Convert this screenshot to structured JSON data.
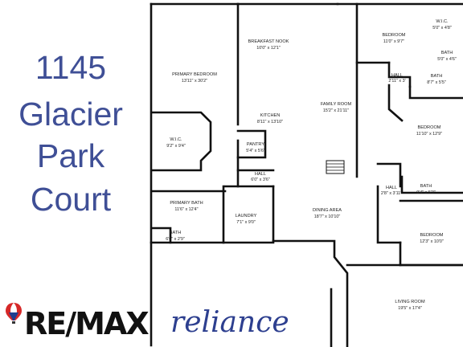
{
  "address": {
    "line1": "1145",
    "line2": "Glacier",
    "line3": "Park",
    "line4": "Court"
  },
  "colors": {
    "address_text": "#3f4f96",
    "reliance_text": "#2d3f8f",
    "wall": "#111111"
  },
  "brand": {
    "remax": "RE/MAX",
    "reliance": "reliance",
    "logo_icon": "hot-air-balloon-icon"
  },
  "rooms": {
    "breakfast_nook": {
      "name": "BREAKFAST NOOK",
      "size": "10'0\" x 12'1\""
    },
    "primary_bedroom": {
      "name": "PRIMARY BEDROOM",
      "size": "13'11\" x 30'2\""
    },
    "kitchen": {
      "name": "KITCHEN",
      "size": "8'11\" x 13'10\""
    },
    "family_room": {
      "name": "FAMILY ROOM",
      "size": "15'2\" x 21'11\""
    },
    "pantry": {
      "name": "PANTRY",
      "size": "5'4\" x 5'6\""
    },
    "wic_primary": {
      "name": "W.I.C.",
      "size": "9'2\" x 9'4\""
    },
    "hall_center": {
      "name": "HALL",
      "size": "6'0\" x 3'6\""
    },
    "primary_bath": {
      "name": "PRIMARY BATH",
      "size": "11'6\" x 12'4\""
    },
    "laundry": {
      "name": "LAUNDRY",
      "size": "7'1\" x 9'0\""
    },
    "dining_area": {
      "name": "DINING AREA",
      "size": "18'7\" x 10'10\""
    },
    "bath_small": {
      "name": "BATH",
      "size": "6'0\" x 2'9\""
    },
    "bedroom_top": {
      "name": "BEDROOM",
      "size": "11'0\" x 9'7\""
    },
    "wic_top": {
      "name": "W.I.C.",
      "size": "5'0\" x 4'8\""
    },
    "bath_top": {
      "name": "BATH",
      "size": "5'0\" x 4'6\""
    },
    "hall_right": {
      "name": "HALL",
      "size": "2'11\" x 3'"
    },
    "bath_mid": {
      "name": "BATH",
      "size": "8'7\" x 5'5\""
    },
    "bedroom_mid": {
      "name": "BEDROOM",
      "size": "11'10\" x 12'9\""
    },
    "hall_lower": {
      "name": "HALL",
      "size": "2'8\" x 3'11\""
    },
    "bath_lower": {
      "name": "BATH",
      "size": "9'4\" x 5'3\""
    },
    "bedroom_bottom": {
      "name": "BEDROOM",
      "size": "12'3\" x 10'0\""
    },
    "living_room": {
      "name": "LIVING ROOM",
      "size": "19'5\" x 17'4\""
    }
  }
}
